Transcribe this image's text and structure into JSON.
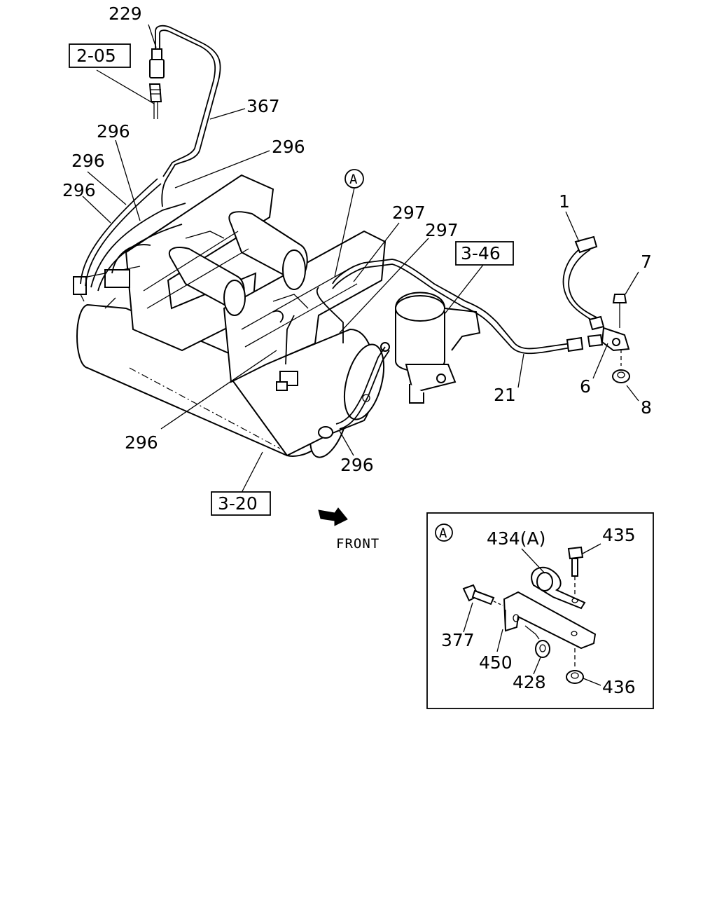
{
  "callouts": {
    "c229": "229",
    "c367": "367",
    "c296a": "296",
    "c296b": "296",
    "c296c": "296",
    "c296d": "296",
    "c296e": "296",
    "c296f": "296",
    "c297a": "297",
    "c297b": "297",
    "c1": "1",
    "c7": "7",
    "c6": "6",
    "c8": "8",
    "c21": "21",
    "c434": "434(A)",
    "c435": "435",
    "c377": "377",
    "c450": "450",
    "c428": "428",
    "c436": "436"
  },
  "references": {
    "ref205": "2-05",
    "ref346": "3-46",
    "ref320": "3-20"
  },
  "markers": {
    "detail_a_main": "A",
    "detail_a_inset": "A"
  },
  "direction": {
    "front_label": "FRONT"
  }
}
